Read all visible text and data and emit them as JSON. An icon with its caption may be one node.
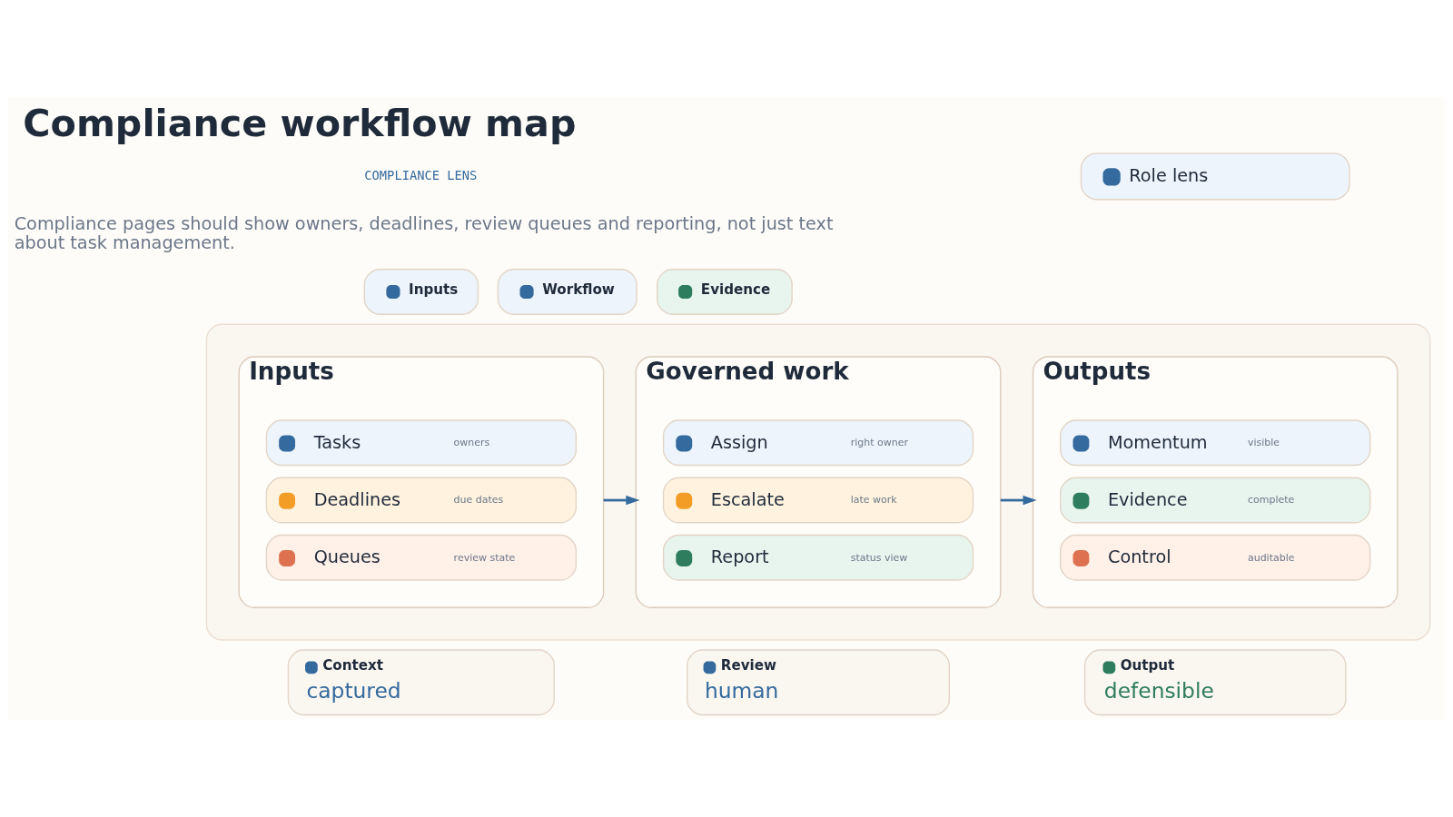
{
  "diagram": {
    "title": "Compliance workflow map",
    "nodes": [
      {
        "text": [
          "Role lens"
        ]
      },
      {
        "text": [
          "Inputs"
        ]
      },
      {
        "text": [
          "Workflow"
        ]
      },
      {
        "text": [
          "Evidence"
        ]
      },
      {
        "text": [],
        "shape": "box"
      },
      {
        "text": [
          "Inputs"
        ],
        "in": 4
      },
      {
        "text": [
          "Tasks",
          "owners"
        ],
        "in": 5
      },
      {
        "text": [
          "Deadlines",
          "due dates"
        ],
        "in": 5
      },
      {
        "text": [
          "Queues",
          "review state"
        ],
        "in": 5
      },
      {
        "text": [
          "Governed work"
        ],
        "in": 4
      },
      {
        "text": [
          "Assign",
          "right owner"
        ],
        "in": 9
      },
      {
        "text": [
          "Escalate",
          "late work"
        ],
        "in": 9
      },
      {
        "text": [
          "Report",
          "status view"
        ],
        "in": 9
      },
      {
        "text": [
          "Outputs"
        ],
        "in": 4
      },
      {
        "text": [
          "Momentum",
          "visible"
        ],
        "in": 13
      },
      {
        "text": [
          "Evidence",
          "complete"
        ],
        "in": 13
      },
      {
        "text": [
          "Control",
          "auditable"
        ],
        "in": 13
      },
      {
        "text": [
          "Context",
          "captured"
        ]
      },
      {
        "text": [
          "Review",
          "human"
        ]
      },
      {
        "text": [
          "Output",
          "defensible"
        ]
      }
    ],
    "edges": [
      {
        "from": 5,
        "to": 9,
        "arrow": "to"
      },
      {
        "from": 9,
        "to": 13,
        "arrow": "to"
      }
    ],
    "labels": [
      "COMPLIANCE LENS",
      "Compliance pages should show owners, deadlines, review queues and reporting, not just text about task management."
    ]
  }
}
